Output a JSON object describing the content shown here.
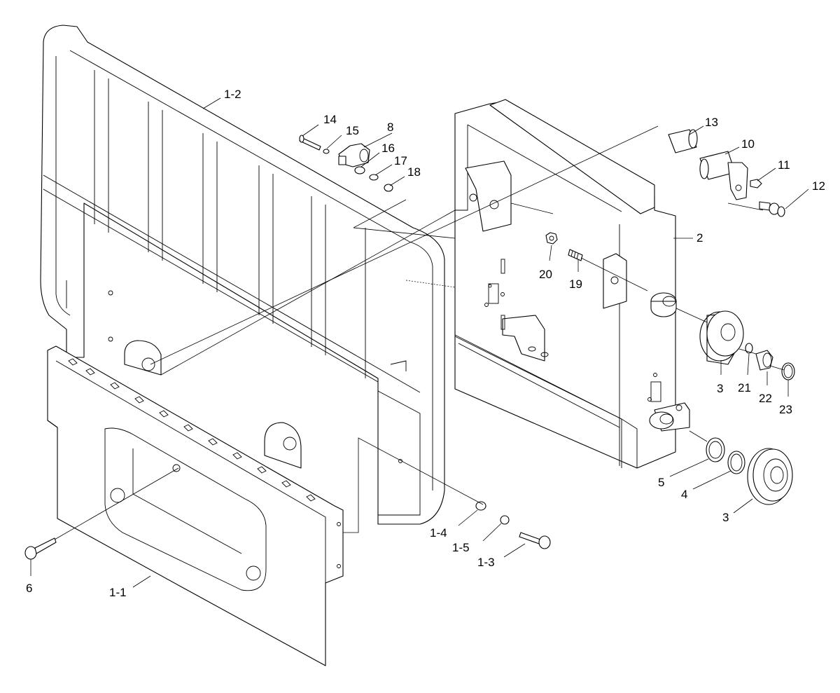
{
  "labels": {
    "p1_1": "1-1",
    "p1_2": "1-2",
    "p1_3": "1-3",
    "p1_4": "1-4",
    "p1_5": "1-5",
    "p2": "2",
    "p3a": "3",
    "p3b": "3",
    "p4": "4",
    "p5": "5",
    "p6": "6",
    "p8": "8",
    "p10": "10",
    "p11": "11",
    "p12": "12",
    "p13": "13",
    "p14": "14",
    "p15": "15",
    "p16": "16",
    "p17": "17",
    "p18": "18",
    "p19": "19",
    "p20": "20",
    "p21": "21",
    "p22": "22",
    "p23": "23"
  }
}
